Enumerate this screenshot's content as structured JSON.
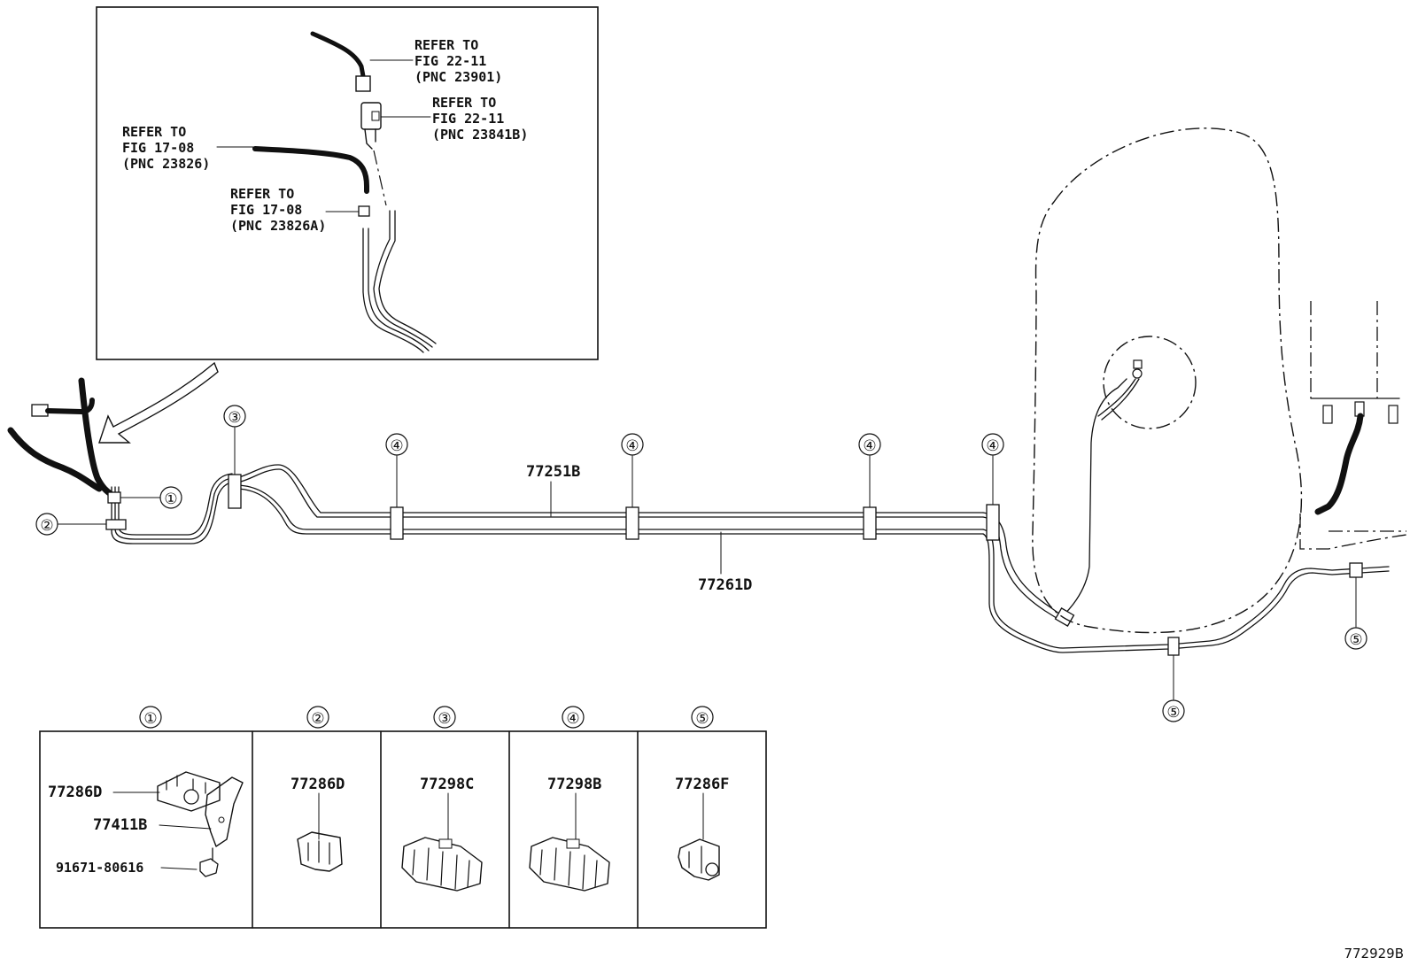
{
  "inset": {
    "refs": [
      {
        "line1": "REFER TO",
        "line2": "FIG 22-11",
        "line3": "(PNC 23901)"
      },
      {
        "line1": "REFER TO",
        "line2": "FIG 22-11",
        "line3": "(PNC 23841B)"
      },
      {
        "line1": "REFER TO",
        "line2": "FIG 17-08",
        "line3": "(PNC 23826)"
      },
      {
        "line1": "REFER TO",
        "line2": "FIG 17-08",
        "line3": "(PNC 23826A)"
      }
    ]
  },
  "main": {
    "callouts": [
      "①",
      "②",
      "③",
      "④",
      "④",
      "④",
      "④",
      "⑤",
      "⑤"
    ],
    "tube_labels": [
      "77251B",
      "77261D"
    ]
  },
  "parts_table": {
    "columns": [
      {
        "number": "①",
        "parts": [
          "77286D",
          "77411B",
          "91671-80616"
        ]
      },
      {
        "number": "②",
        "parts": [
          "77286D"
        ]
      },
      {
        "number": "③",
        "parts": [
          "77298C"
        ]
      },
      {
        "number": "④",
        "parts": [
          "77298B"
        ]
      },
      {
        "number": "⑤",
        "parts": [
          "77286F"
        ]
      }
    ]
  },
  "diagram_id": "772929B"
}
